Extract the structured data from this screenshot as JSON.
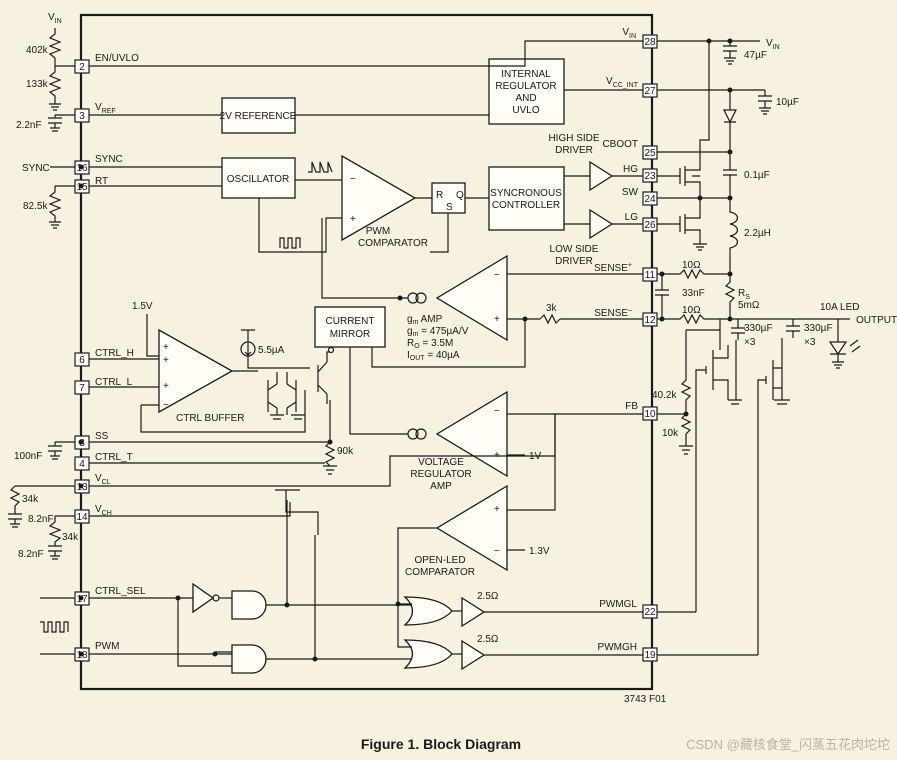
{
  "caption": "Figure 1. Block Diagram",
  "part_code": "3743 F01",
  "watermark": "CSDN @藏核食堂_闪蒸五花肉坨坨",
  "blocks": {
    "internal_regulator": [
      "INTERNAL",
      "REGULATOR",
      "AND",
      "UVLO"
    ],
    "vref": "2V REFERENCE",
    "oscillator": "OSCILLATOR",
    "pwm_comparator": [
      "PWM",
      "COMPARATOR"
    ],
    "sync_controller": [
      "SYNCRONOUS",
      "CONTROLLER"
    ],
    "high_side_driver": [
      "HIGH SIDE",
      "DRIVER"
    ],
    "low_side_driver": [
      "LOW SIDE",
      "DRIVER"
    ],
    "current_mirror": [
      "CURRENT",
      "MIRROR"
    ],
    "gm_amp": [
      "g",
      "m",
      " AMP",
      "g",
      "m",
      " = 475µA/V",
      "R",
      "O",
      " = 3.5M",
      "I",
      "OUT",
      " = 40µA"
    ],
    "ctrl_buffer": "CTRL BUFFER",
    "voltage_regulator_amp": [
      "VOLTAGE",
      "REGULATOR",
      "AMP"
    ],
    "open_led_comparator": [
      "OPEN-LED",
      "COMPARATOR"
    ]
  },
  "left_pins": [
    {
      "num": "2",
      "name": "EN/UVLO"
    },
    {
      "num": "3",
      "name": "V",
      "sub": "REF"
    },
    {
      "num": "16",
      "name": "SYNC"
    },
    {
      "num": "15",
      "name": "RT"
    },
    {
      "num": "6",
      "name": "CTRL_H"
    },
    {
      "num": "7",
      "name": "CTRL_L"
    },
    {
      "num": "8",
      "name": "SS"
    },
    {
      "num": "4",
      "name": "CTRL_T"
    },
    {
      "num": "13",
      "name": "V",
      "sub": "CL"
    },
    {
      "num": "14",
      "name": "V",
      "sub": "CH"
    },
    {
      "num": "17",
      "name": "CTRL_SEL"
    },
    {
      "num": "18",
      "name": "PWM"
    }
  ],
  "right_pins": [
    {
      "num": "28",
      "name": "V",
      "sub": "IN"
    },
    {
      "num": "27",
      "name": "V",
      "sub": "CC_INT"
    },
    {
      "num": "25",
      "name": "CBOOT"
    },
    {
      "num": "23",
      "name": "HG"
    },
    {
      "num": "24",
      "name": "SW"
    },
    {
      "num": "26",
      "name": "LG"
    },
    {
      "num": "11",
      "name": "SENSE",
      "sup": "+"
    },
    {
      "num": "12",
      "name": "SENSE",
      "sup": "–"
    },
    {
      "num": "10",
      "name": "FB"
    },
    {
      "num": "22",
      "name": "PWMGL"
    },
    {
      "num": "19",
      "name": "PWMGH"
    }
  ],
  "external": {
    "vin_top": "V",
    "vin_top_sub": "IN",
    "vin_right": "V",
    "vin_right_sub": "IN",
    "sync_label": "SYNC",
    "r_402k": "402k",
    "r_133k": "133k",
    "c_2n2": "2.2nF",
    "r_82k5": "82.5k",
    "c_100nf": "100nF",
    "r_34k_a": "34k",
    "c_8n2_a": "8.2nF",
    "r_34k_b": "34k",
    "c_8n2_b": "8.2nF",
    "v_1v5": "1.5V",
    "i_5u5": "5.5µA",
    "r_90k": "90k",
    "c_47uf": "47µF",
    "c_10uf": "10µF",
    "c_0u1": "0.1µF",
    "l_2u2": "2.2µH",
    "r_10_a": "10Ω",
    "c_33nf": "33nF",
    "r_10_b": "10Ω",
    "r_3k": "3k",
    "rs_label": "R",
    "rs_sub": "S",
    "rs_val": "5mΩ",
    "c_330_a": "330µF",
    "c_330_a_mult": "×3",
    "c_330_b": "330µF",
    "c_330_b_mult": "×3",
    "led_label": "10A LED",
    "output_label": "OUTPUT",
    "r_40k2": "40.2k",
    "r_10k": "10k",
    "v_1v": "1V",
    "v_1v3": "1.3V",
    "r_2r5_a": "2.5Ω",
    "r_2r5_b": "2.5Ω"
  }
}
